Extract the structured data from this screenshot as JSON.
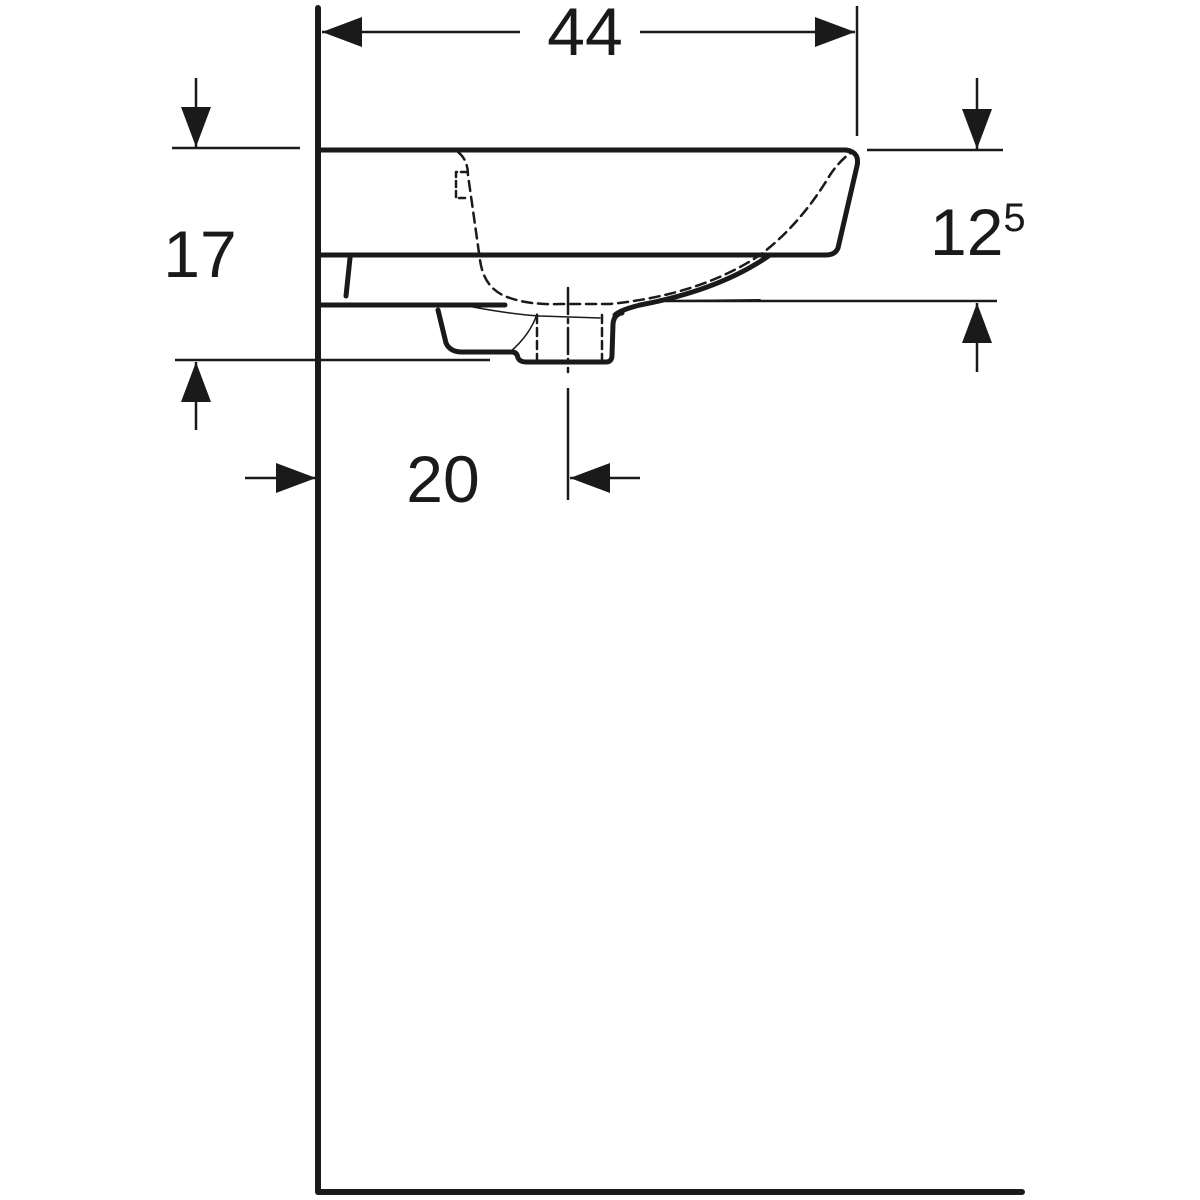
{
  "drawing": {
    "type": "technical dimension drawing",
    "subject": "wall-mounted washbasin side profile",
    "colors": {
      "line": "#1a1a1a",
      "background": "#ffffff"
    },
    "dimensions": {
      "width": {
        "value": "44",
        "orientation": "horizontal",
        "position": "top"
      },
      "total_height": {
        "value": "17",
        "orientation": "vertical",
        "position": "left"
      },
      "bowl_depth": {
        "value": "12",
        "superscript": "5",
        "orientation": "vertical",
        "position": "right"
      },
      "waste_offset": {
        "value": "20",
        "orientation": "horizontal",
        "position": "below basin"
      }
    }
  }
}
